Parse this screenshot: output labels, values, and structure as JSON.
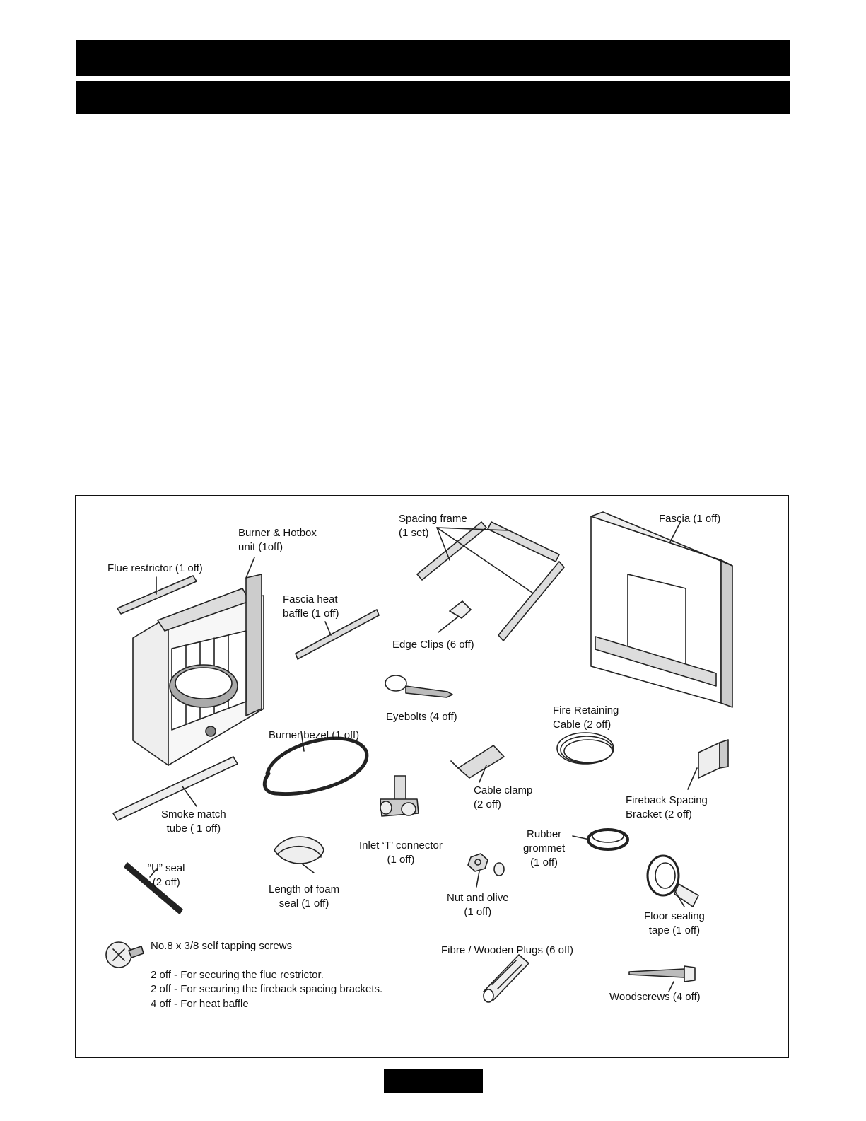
{
  "header": {
    "title": "",
    "subtitle": ""
  },
  "parts": {
    "flue_restrictor": "Flue restrictor (1 off)",
    "burner_hotbox": "Burner & Hotbox\nunit (1off)",
    "fascia_heat_baffle": "Fascia heat\nbaffle (1 off)",
    "spacing_frame": "Spacing frame\n(1 set)",
    "fascia": "Fascia (1 off)",
    "edge_clips": "Edge Clips (6 off)",
    "eyebolts": "Eyebolts (4 off)",
    "fire_retaining_cable": "Fire Retaining\nCable (2 off)",
    "burner_bezel": "Burner bezel (1 off)",
    "cable_clamp": "Cable clamp\n(2 off)",
    "fireback_spacing_bracket": "Fireback Spacing\nBracket (2 off)",
    "smoke_match_tube": "Smoke match\ntube ( 1 off)",
    "inlet_t_connector": "Inlet ‘T’ connector\n(1 off)",
    "rubber_grommet": "Rubber\ngrommet\n(1 off)",
    "u_seal": "“U” seal\n(2 off)",
    "foam_seal": "Length of foam\nseal (1 off)",
    "nut_and_olive": "Nut and olive\n(1 off)",
    "floor_sealing_tape": "Floor sealing\ntape (1 off)",
    "screws_title": "No.8 x 3/8 self tapping screws",
    "screws_line1": "2 off - For securing the flue restrictor.",
    "screws_line2": "2 off - For securing the fireback spacing brackets.",
    "screws_line3": "4 off - For heat baffle",
    "fibre_plugs": "Fibre / Wooden Plugs (6 off)",
    "woodscrews": "Woodscrews (4 off)"
  },
  "footer": {
    "page_number": ""
  }
}
